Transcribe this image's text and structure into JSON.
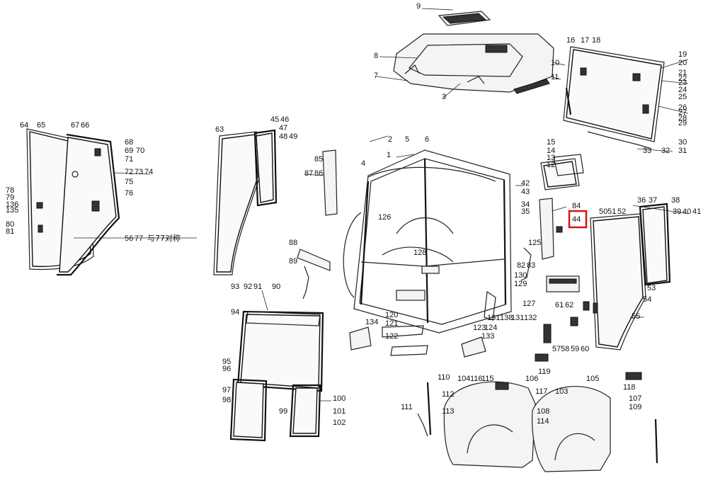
{
  "diagram": {
    "highlight": {
      "label": "44",
      "color": "#e01010"
    },
    "labels": [
      "9",
      "8",
      "7",
      "3",
      "10",
      "11",
      "16",
      "17",
      "18",
      "19",
      "20",
      "21",
      "22",
      "23",
      "24",
      "25",
      "26",
      "27",
      "28",
      "29",
      "30",
      "31",
      "32",
      "33",
      "2",
      "5",
      "6",
      "1",
      "4",
      "15",
      "14",
      "13",
      "12",
      "42",
      "43",
      "34",
      "35",
      "84",
      "126",
      "125",
      "128",
      "82",
      "83",
      "130",
      "129",
      "127",
      "131",
      "138",
      "131",
      "132",
      "124",
      "120",
      "121",
      "122",
      "123",
      "133",
      "134",
      "64",
      "65",
      "67",
      "66",
      "68",
      "69",
      "70",
      "71",
      "72",
      "73",
      "74",
      "75",
      "76",
      "78",
      "79",
      "136",
      "135",
      "80",
      "81",
      "56",
      "77",
      "与77对称",
      "63",
      "45",
      "46",
      "47",
      "48",
      "49",
      "85",
      "87",
      "86",
      "88",
      "89",
      "93",
      "92",
      "91",
      "90",
      "94",
      "95",
      "96",
      "97",
      "98",
      "99",
      "100",
      "101",
      "102",
      "110",
      "104",
      "116",
      "115",
      "106",
      "112",
      "113",
      "111",
      "117",
      "108",
      "114",
      "105",
      "103",
      "107",
      "109",
      "118",
      "119",
      "36",
      "37",
      "38",
      "39",
      "40",
      "41",
      "50",
      "51",
      "52",
      "53",
      "54",
      "55",
      "61",
      "62",
      "57",
      "58",
      "59",
      "60"
    ]
  }
}
